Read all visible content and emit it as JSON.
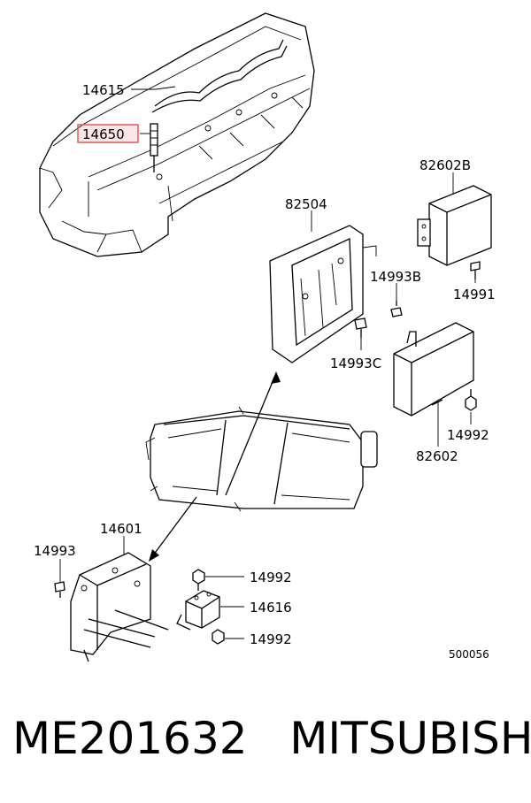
{
  "callouts": {
    "c14615": "14615",
    "c14650": "14650",
    "c82602B": "82602B",
    "c82504": "82504",
    "c14993B": "14993B",
    "c14991": "14991",
    "c14993C": "14993C",
    "c14992_right": "14992",
    "c82602": "82602",
    "c14601": "14601",
    "c14993": "14993",
    "c14992_top": "14992",
    "c14616": "14616",
    "c14992_bottom": "14992"
  },
  "highlight_color": "#e05a5a",
  "diagram_code": "500056",
  "caption": {
    "part_number": "ME201632",
    "brand": "MITSUBISHI"
  }
}
